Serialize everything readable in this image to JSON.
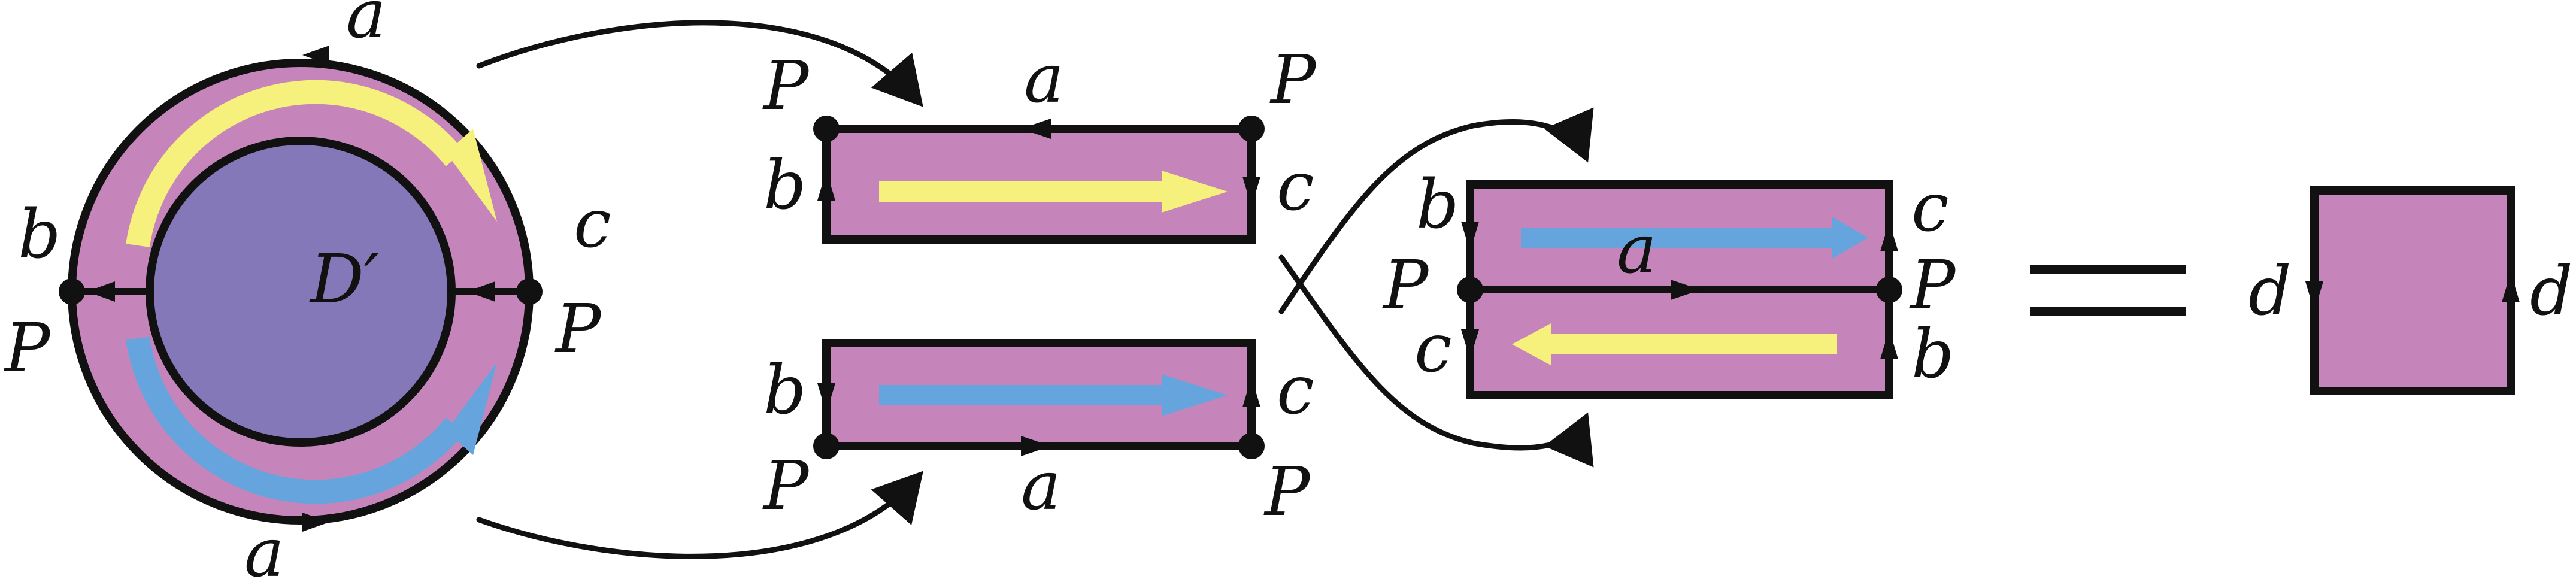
{
  "colors": {
    "annulus": "#C685BA",
    "inner_disk": "#8578B8",
    "yellow_arrow": "#F6F07C",
    "blue_arrow": "#65A4DD",
    "ink": "#111111",
    "background": "#FFFFFF"
  },
  "labels": {
    "disk": {
      "top_a": "a",
      "bottom_a": "a",
      "left_b": "b",
      "left_P": "P",
      "right_c": "c",
      "right_P": "P",
      "center_D": "D′"
    },
    "strip_top": {
      "top_left_P": "P",
      "top_right_P": "P",
      "edge_a": "a",
      "left_b": "b",
      "right_c": "c"
    },
    "strip_bottom": {
      "bottom_left_P": "P",
      "bottom_right_P": "P",
      "edge_a": "a",
      "left_b": "b",
      "right_c": "c"
    },
    "glued": {
      "top_left_b": "b",
      "top_right_c": "c",
      "middle_a": "a",
      "left_P": "P",
      "right_P": "P",
      "bottom_left_c": "c",
      "bottom_right_b": "b"
    },
    "equals": "=",
    "square": {
      "left_d": "d",
      "right_d": "d"
    }
  }
}
